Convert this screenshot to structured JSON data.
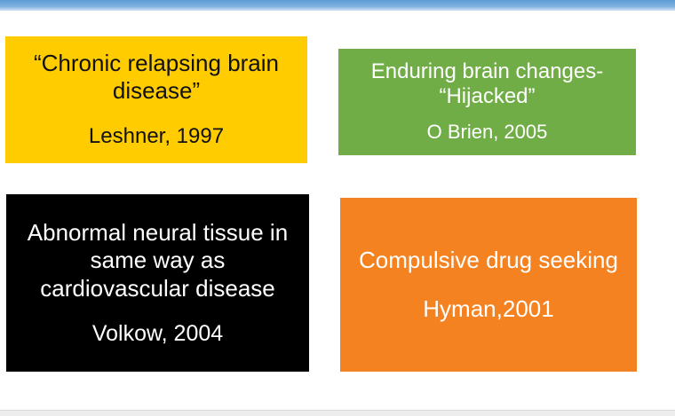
{
  "boxes": [
    {
      "quote": "“Chronic relapsing brain disease”",
      "citation": "Leshner, 1997",
      "color": "#ffcc00"
    },
    {
      "quote": "Enduring brain changes- “Hijacked”",
      "citation": "O Brien, 2005",
      "color": "#70ad47"
    },
    {
      "quote": "Abnormal neural tissue in same way as cardiovascular disease",
      "citation": "Volkow, 2004",
      "color": "#000000"
    },
    {
      "quote": "Compulsive drug seeking",
      "citation": "Hyman,2001",
      "color": "#f58220"
    }
  ],
  "accent": "#5b9bd5"
}
